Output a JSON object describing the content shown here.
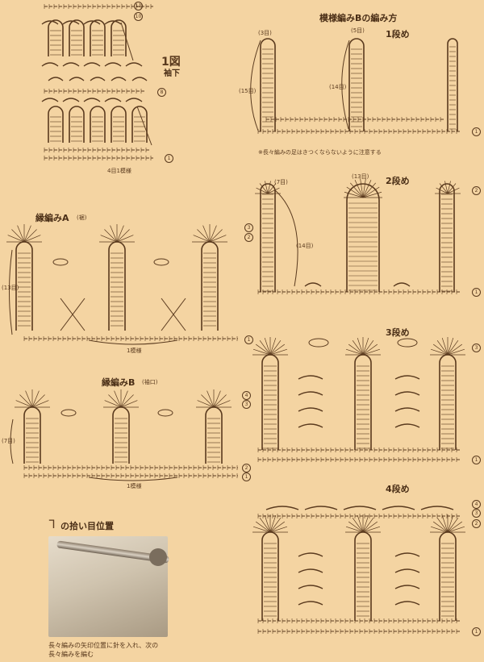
{
  "figure1": {
    "title": "1図",
    "subtitle": "袖下",
    "repeat_label": "4目1模様",
    "rows": [
      "11",
      "10",
      "8",
      "1"
    ]
  },
  "edgingA": {
    "title": "縁編みA",
    "note": "(裾)",
    "count": "(13目)",
    "repeat_label": "1模様",
    "rows": [
      "3",
      "2",
      "1"
    ]
  },
  "edgingB": {
    "title": "縁編みB",
    "note": "(袖口)",
    "count": "(7目)",
    "repeat_label": "1模様",
    "rows": [
      "4",
      "3",
      "2",
      "1"
    ]
  },
  "patternB": {
    "title": "模様編みBの編み方",
    "row1": {
      "label": "1段め",
      "counts": [
        "(3目)",
        "(5目)",
        "(15目)",
        "(14目)"
      ],
      "note": "※長々編みの足はきつくならないように注意する",
      "rows": [
        "1"
      ]
    },
    "row2": {
      "label": "2段め",
      "counts": [
        "(7目)",
        "(13目)",
        "(14目)"
      ],
      "rows": [
        "2",
        "1"
      ]
    },
    "row3": {
      "label": "3段め",
      "rows": [
        "3",
        "1"
      ]
    },
    "row4": {
      "label": "4段め",
      "rows": [
        "4",
        "3",
        "2",
        "1"
      ]
    }
  },
  "pickup": {
    "title": "の拾い目位置",
    "caption_line1": "長々編みの矢印位置に針を入れ、次の",
    "caption_line2": "長々編みを編む"
  },
  "colors": {
    "background": "#f4d4a2",
    "ink": "#5a3a1e"
  }
}
